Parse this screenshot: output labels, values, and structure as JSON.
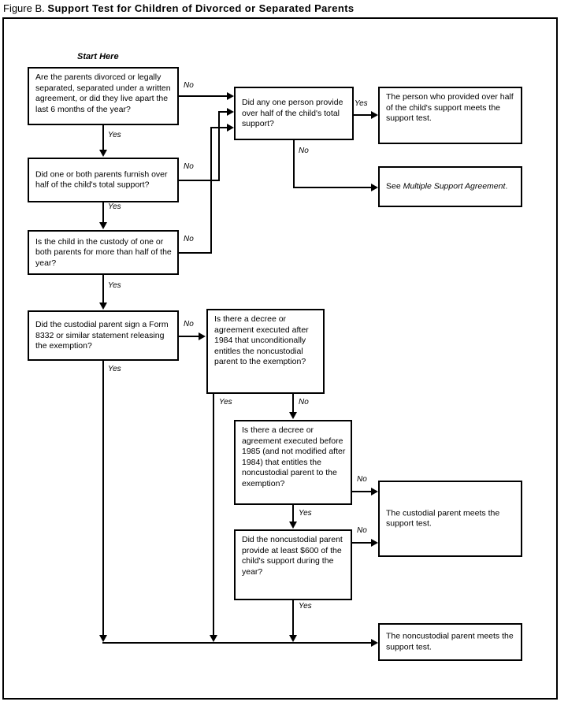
{
  "figure": {
    "label": "Figure B.",
    "title": "Support Test for Children of Divorced or Separated Parents"
  },
  "start_label": "Start Here",
  "edge_labels": {
    "yes": "Yes",
    "no": "No"
  },
  "nodes": {
    "q1": "Are the parents divorced or legally separated, separated under a written agreement, or did they live apart the last 6 months of the year?",
    "q2": "Did one or both parents furnish over half of the child's total support?",
    "q3": "Is the child in the custody of one or both parents for more than half of the year?",
    "q4": "Did the custodial parent sign a Form 8332 or similar statement releasing the exemption?",
    "q5": "Did any one person provide over half of the child's total support?",
    "q6": "Is there a decree or agreement executed after 1984 that unconditionally entitles the noncustodial parent to the exemption?",
    "q7": "Is there a decree or agreement executed before 1985 (and not modified after 1984) that entitles the noncustodial parent to the exemption?",
    "q8": "Did the noncustodial parent provide at least $600 of the child's support during the year?",
    "r1": "The person who provided over half of the child's support meets the support test.",
    "r2_prefix": "See ",
    "r2_italic": "Multiple Support Agreement",
    "r2_suffix": ".",
    "r3": "The custodial parent meets the support test.",
    "r4": "The noncustodial parent meets the support test."
  },
  "edges": [
    {
      "from": "q1",
      "to": "q5",
      "label": "No"
    },
    {
      "from": "q1",
      "to": "q2",
      "label": "Yes"
    },
    {
      "from": "q2",
      "to": "q5",
      "label": "No"
    },
    {
      "from": "q2",
      "to": "q3",
      "label": "Yes"
    },
    {
      "from": "q3",
      "to": "q5",
      "label": "No"
    },
    {
      "from": "q3",
      "to": "q4",
      "label": "Yes"
    },
    {
      "from": "q4",
      "to": "q6",
      "label": "No"
    },
    {
      "from": "q4",
      "to": "r4",
      "label": "Yes"
    },
    {
      "from": "q5",
      "to": "r1",
      "label": "Yes"
    },
    {
      "from": "q5",
      "to": "r2",
      "label": "No"
    },
    {
      "from": "q6",
      "to": "r4",
      "label": "Yes"
    },
    {
      "from": "q6",
      "to": "q7",
      "label": "No"
    },
    {
      "from": "q7",
      "to": "r3",
      "label": "No"
    },
    {
      "from": "q7",
      "to": "q8",
      "label": "Yes"
    },
    {
      "from": "q8",
      "to": "r3",
      "label": "No"
    },
    {
      "from": "q8",
      "to": "r4",
      "label": "Yes"
    }
  ],
  "colors": {
    "ink": "#000000",
    "paper": "#ffffff"
  }
}
